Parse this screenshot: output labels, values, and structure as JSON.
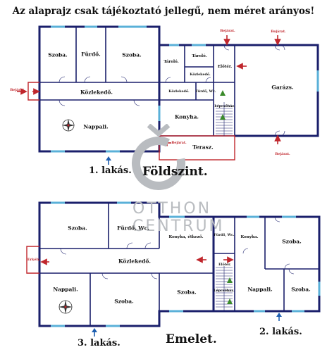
{
  "header": {
    "disclaimer": "Az alaprajz csak tájékoztató jellegű, nem méret arányos!"
  },
  "watermark": {
    "line1": "OTTHON",
    "line2": "CENTRUM"
  },
  "ground_floor": {
    "title": "Földszint.",
    "unit_label": "1. lakás.",
    "rooms": {
      "szoba_left": "Szoba.",
      "furdo": "Fürdő.",
      "szoba_right": "Szoba.",
      "kozlekedo": "Közlekedő.",
      "nappali": "Nappali.",
      "tarolo_1": "Tároló.",
      "tarolo_2": "Tároló.",
      "kozlekedo_small": "Közlekedő.",
      "kozlekedo_mid": "Közlekedő.",
      "furdo_wc": "Fürdő, Wc.",
      "eloter": "Előtér.",
      "lepcsohaz": "Lépcsőház.",
      "konyha": "Konyha.",
      "terasz": "Terasz.",
      "garazs": "Garázs."
    },
    "entrances": {
      "left": "Bejárat.",
      "top_1": "Bejárat.",
      "top_2": "Bejárat.",
      "terasz": "Bejárat.",
      "bottom": "Bejárat."
    }
  },
  "upper_floor": {
    "title": "Emelet.",
    "unit_label_left": "3. lakás.",
    "unit_label_right": "2. lakás.",
    "rooms": {
      "szoba_left": "Szoba.",
      "furdo_wc": "Fürdő, Wc.",
      "konyha_etkezo": "Konyha, étkező.",
      "kozlekedo": "Közlekedő.",
      "nappali": "Nappali.",
      "szoba_mid": "Szoba.",
      "szoba_small": "Szoba.",
      "furdo_wc_2": "Fürdő, Wc.",
      "eloter": "Előtér.",
      "lepcsohaz": "Lépcsőház.",
      "konyha": "Konyha.",
      "szoba_tr": "Szoba.",
      "nappali_2": "Nappali.",
      "szoba_br": "Szoba."
    },
    "entrances": {
      "erkely": "Erkély."
    }
  },
  "colors": {
    "wall": "#1a1f6b",
    "entrance": "#c0262c",
    "window": "#5ab0d8",
    "stair_arrow": "#3a8a2a",
    "watermark": "#b9bcc0"
  }
}
